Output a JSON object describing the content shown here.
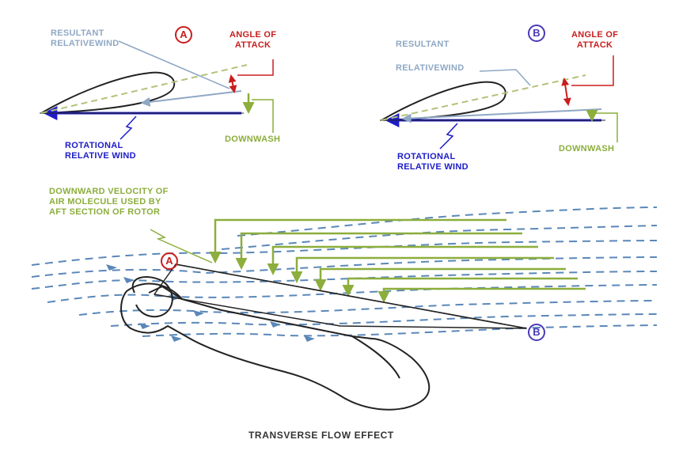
{
  "labels": {
    "a_marker": "A",
    "b_marker": "B",
    "a_resultant_line1": "RESULTANT",
    "a_resultant_line2": "RELATIVEWIND",
    "a_aoa_line1": "ANGLE OF",
    "a_aoa_line2": "ATTACK",
    "a_rot_line1": "ROTATIONAL",
    "a_rot_line2": "RELATIVE WIND",
    "a_downwash": "DOWNWASH",
    "b_resultant_line1": "RESULTANT",
    "b_resultant_line2": "RELATIVEWIND",
    "b_aoa_line1": "ANGLE OF",
    "b_aoa_line2": "ATTACK",
    "b_rot_line1": "ROTATIONAL",
    "b_rot_line2": "RELATIVE WIND",
    "b_downwash": "DOWNWASH",
    "velocity_line1": "DOWNWARD VELOCITY OF",
    "velocity_line2": "AIR MOLECULE USED BY",
    "velocity_line3": "AFT SECTION OF ROTOR",
    "rotor_marker_a": "A",
    "rotor_marker_b": "B",
    "caption": "TRANSVERSE FLOW EFFECT"
  },
  "colors": {
    "rotational_wind": "#1c1cc8",
    "resultant_wind": "#8fa8c4",
    "angle_of_attack": "#c81e1e",
    "downwash": "#8cae3c",
    "airflow": "#5b87b8",
    "outline": "#222222"
  }
}
